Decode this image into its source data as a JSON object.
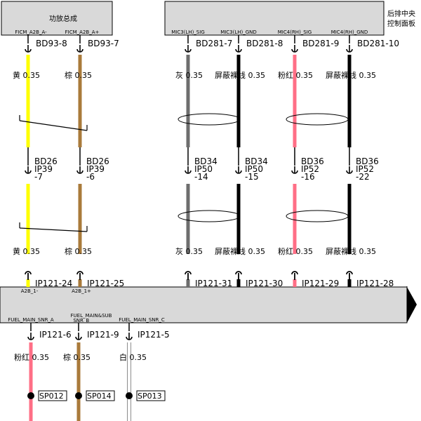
{
  "modules": {
    "amp": {
      "title": "功放总成",
      "pins": [
        "FICM_A2B_A-",
        "FICM_A2B_A+"
      ]
    },
    "rear_panel": {
      "title_lines": [
        "后排中央",
        "控制面板"
      ],
      "pins": [
        "MIC3(LH)_SIG",
        "MIC3(LH)_GND",
        "MIC4(RH)_SIG",
        "MIC4(RH)_GND"
      ]
    },
    "bus": {
      "top_pins": [
        "A2B_1-",
        "A2B_1+"
      ],
      "bottom_pins": [
        "FUEL_MAIN_SNR_A",
        "FUEL_MAIN&SUB",
        "_SNR_B",
        "FUEL_MAIN_SNR_C"
      ]
    }
  },
  "wires": [
    {
      "id": "w1",
      "color": "#ffff00",
      "top_conn": "BD93-8",
      "mid_conn": [
        "BD26",
        "IP39",
        "-7"
      ],
      "bot_conn": "IP121-24",
      "label_top": "黄 0.35",
      "label_bot": "黄 0.35",
      "twist": true
    },
    {
      "id": "w2",
      "color": "#a97a3a",
      "top_conn": "BD93-7",
      "mid_conn": [
        "BD26",
        "IP39",
        "-6"
      ],
      "bot_conn": "IP121-25",
      "label_top": "棕 0.35",
      "label_bot": "棕 0.35",
      "twist": true
    },
    {
      "id": "w3",
      "color": "#6e6e6e",
      "top_conn": "BD281-7",
      "mid_conn": [
        "BD34",
        "IP50",
        "-14"
      ],
      "bot_conn": "IP121-31",
      "label_top": "灰 0.35",
      "label_bot": "灰 0.35",
      "shield": true
    },
    {
      "id": "w4",
      "color": "#000000",
      "top_conn": "BD281-8",
      "mid_conn": [
        "BD34",
        "IP50",
        "-15"
      ],
      "bot_conn": "IP121-30",
      "label_top": "屏蔽裸线 0.35",
      "label_bot": "屏蔽裸线 0.35",
      "shield": true
    },
    {
      "id": "w5",
      "color": "#ff6f86",
      "top_conn": "BD281-9",
      "mid_conn": [
        "BD36",
        "IP52",
        "-16"
      ],
      "bot_conn": "IP121-29",
      "label_top": "粉红 0.35",
      "label_bot": "粉红 0.35",
      "shield": true
    },
    {
      "id": "w6",
      "color": "#000000",
      "top_conn": "BD281-10",
      "mid_conn": [
        "BD36",
        "IP52",
        "-22"
      ],
      "bot_conn": "IP121-28",
      "label_top": "屏蔽裸线 0.35",
      "label_bot": "屏蔽裸线 0.35",
      "shield": true
    }
  ],
  "lower_wires": [
    {
      "id": "lw1",
      "color": "#ff6f86",
      "conn": "IP121-6",
      "label": "粉红 0.35",
      "splice": "SP012"
    },
    {
      "id": "lw2",
      "color": "#a97a3a",
      "conn": "IP121-9",
      "label": "棕 0.35",
      "splice": "SP014"
    },
    {
      "id": "lw3",
      "color": "#ffffff",
      "conn": "IP121-5",
      "label": "白 0.35",
      "splice": "SP013"
    }
  ]
}
